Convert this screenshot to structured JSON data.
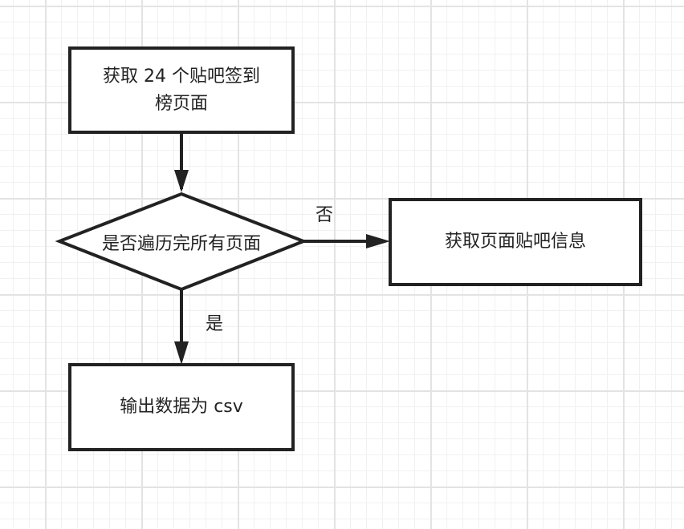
{
  "nodes": {
    "start": "获取 24 个贴吧签到\n榜页面",
    "decision": "是否遍历完所有页面",
    "fetch_info": "获取页面贴吧信息",
    "output": "输出数据为 csv"
  },
  "edges": {
    "no_label": "否",
    "yes_label": "是"
  }
}
